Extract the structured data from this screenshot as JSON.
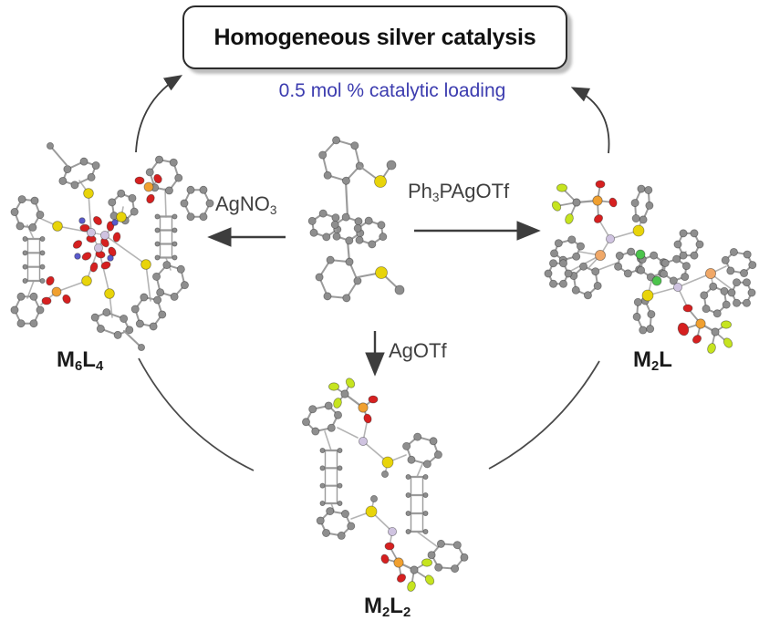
{
  "title_box": {
    "label": "Homogeneous silver catalysis"
  },
  "subtitle": {
    "label": "0.5 mol % catalytic loading"
  },
  "reagents": {
    "left": {
      "base": "AgNO",
      "sub": "3"
    },
    "right": {
      "p1": "Ph",
      "s1": "3",
      "p2": "PAgOTf"
    },
    "down": {
      "base": "AgOTf"
    }
  },
  "products": {
    "m6l4": {
      "m": "M",
      "m_sub": "6",
      "l": "L",
      "l_sub": "4"
    },
    "m2l": {
      "m": "M",
      "m_sub": "2",
      "l": "L"
    },
    "m2l2": {
      "m": "M",
      "m_sub": "2",
      "l": "L",
      "l_sub": "2"
    }
  },
  "structures": {
    "center": "free-dithioether-ligand-ball-and-stick-model",
    "m6l4": "silver-nitrate-m6l4-cage-ball-and-stick-model",
    "m2l": "phosphine-silver-triflate-m2l-complex-ball-and-stick-model",
    "m2l2": "silver-triflate-m2l2-macrocycle-ball-and-stick-model"
  },
  "colors": {
    "subtitle_text": "#3c3caf",
    "arrow": "#3d3d3d",
    "reagent_text": "#3f3f3f",
    "formula_text": "#1a1a1a",
    "box_border": "#2b2b2b",
    "box_shadow": "#bdbdbd",
    "atoms": {
      "carbon": "#8e8e8e",
      "bond": "#9b9b9b",
      "link": "#b4b4b4",
      "sulfur": "#e8d40a",
      "sulfur_triflate": "#f0a030",
      "oxygen": "#d62020",
      "nitrogen": "#5a5acb",
      "silver": "#cfc3e0",
      "fluorine": "#c6e41f",
      "phosphorus": "#f0a868",
      "green": "#4cc44c"
    }
  }
}
